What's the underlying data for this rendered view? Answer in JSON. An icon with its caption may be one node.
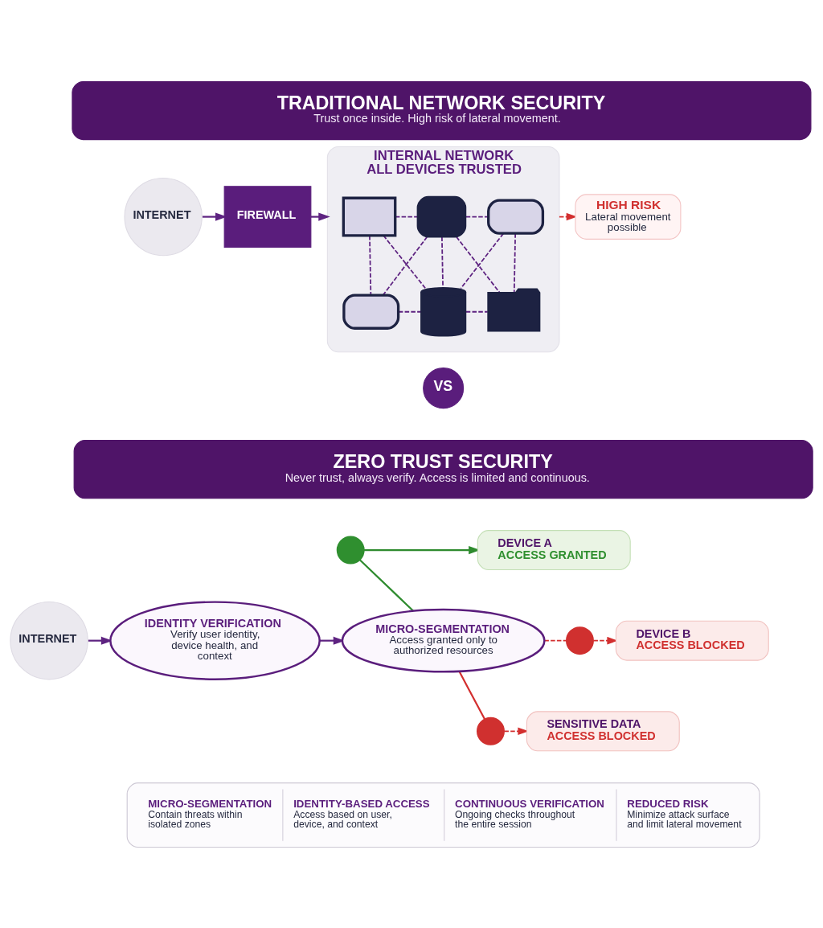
{
  "diagram": {
    "nodes": [
      {
        "text": [
          "TRADITIONAL NETWORK SECURITY",
          "Trust once inside. High risk of lateral movement."
        ]
      },
      {
        "text": [
          "INTERNET"
        ]
      },
      {
        "text": [
          "FIREWALL"
        ]
      },
      {
        "text": [
          "INTERNAL NETWORK",
          "ALL DEVICES TRUSTED"
        ]
      },
      {
        "text": [],
        "shape": "box",
        "in": 3
      },
      {
        "text": [],
        "shape": "box",
        "in": 3
      },
      {
        "text": [],
        "shape": "box",
        "in": 3
      },
      {
        "text": [],
        "shape": "box",
        "in": 3
      },
      {
        "text": [],
        "shape": "cylinder",
        "in": 3
      },
      {
        "text": [],
        "shape": "box",
        "in": 3
      },
      {
        "text": [
          "HIGH RISK",
          "Lateral movement possible"
        ]
      },
      {
        "text": [
          "VS"
        ]
      },
      {
        "text": [
          "ZERO TRUST SECURITY",
          "Never trust, always verify. Access is limited and continuous."
        ]
      },
      {
        "text": [
          "INTERNET"
        ]
      },
      {
        "text": [
          "IDENTITY VERIFICATION",
          "Verify user identity, device health, and context"
        ]
      },
      {
        "text": [
          "MICRO-SEGMENTATION",
          "Access granted only to authorized resources"
        ]
      },
      {
        "text": [],
        "shape": "circle"
      },
      {
        "text": [],
        "shape": "circle"
      },
      {
        "text": [],
        "shape": "circle"
      },
      {
        "text": [
          "DEVICE A",
          "ACCESS GRANTED"
        ]
      },
      {
        "text": [
          "DEVICE B",
          "ACCESS BLOCKED"
        ]
      },
      {
        "text": [
          "SENSITIVE DATA",
          "ACCESS BLOCKED"
        ]
      },
      {
        "text": [
          "MICRO-SEGMENTATION",
          "Contain threats within isolated zones",
          "IDENTITY-BASED ACCESS",
          "Access based on user, device, and context",
          "CONTINUOUS VERIFICATION",
          "Ongoing checks throughout the entire session",
          "REDUCED RISK",
          "Minimize attack surface and limit lateral movement"
        ]
      }
    ],
    "edges": [
      {
        "from": 1,
        "to": 2,
        "arrow": "to"
      },
      {
        "from": 2,
        "to": 3,
        "arrow": "to"
      },
      {
        "from": 4,
        "to": 5,
        "arrow": "none",
        "style": "dashed"
      },
      {
        "from": 5,
        "to": 6,
        "arrow": "none",
        "style": "dashed"
      },
      {
        "from": 4,
        "to": 7,
        "arrow": "none",
        "style": "dashed"
      },
      {
        "from": 6,
        "to": 9,
        "arrow": "none",
        "style": "dashed"
      },
      {
        "from": 7,
        "to": 8,
        "arrow": "none",
        "style": "dashed"
      },
      {
        "from": 8,
        "to": 9,
        "arrow": "none",
        "style": "dashed"
      },
      {
        "from": 5,
        "to": 8,
        "arrow": "none",
        "style": "dashed"
      },
      {
        "from": 4,
        "to": 8,
        "arrow": "none",
        "style": "dashed"
      },
      {
        "from": 5,
        "to": 7,
        "arrow": "none",
        "style": "dashed"
      },
      {
        "from": 5,
        "to": 9,
        "arrow": "none",
        "style": "dashed"
      },
      {
        "from": 6,
        "to": 8,
        "arrow": "none",
        "style": "dashed"
      },
      {
        "from": 3,
        "to": 10,
        "arrow": "to",
        "style": "dashed",
        "color": "#d32f2f"
      },
      {
        "from": 13,
        "to": 14,
        "arrow": "to"
      },
      {
        "from": 14,
        "to": 15,
        "arrow": "to"
      },
      {
        "from": 15,
        "to": 16,
        "arrow": "none",
        "color": "#2e8b2e"
      },
      {
        "from": 16,
        "to": 19,
        "arrow": "to",
        "color": "#2e8b2e"
      },
      {
        "from": 15,
        "to": 17,
        "arrow": "none",
        "style": "dashed",
        "color": "#d32f2f"
      },
      {
        "from": 17,
        "to": 20,
        "arrow": "to",
        "style": "dashed",
        "color": "#d32f2f"
      },
      {
        "from": 15,
        "to": 18,
        "arrow": "none",
        "color": "#d32f2f"
      },
      {
        "from": 18,
        "to": 21,
        "arrow": "to",
        "style": "dashed",
        "color": "#d32f2f"
      }
    ]
  }
}
